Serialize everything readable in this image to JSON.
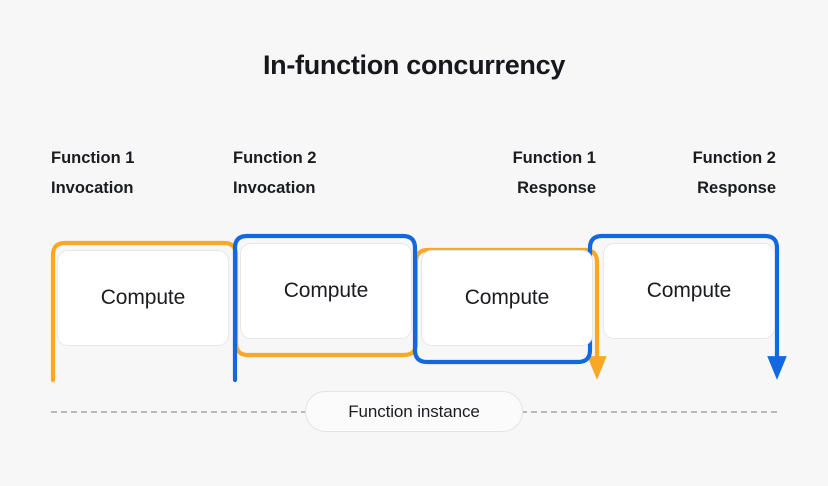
{
  "page": {
    "title": "In-function concurrency",
    "background_color": "#F7F7F7"
  },
  "colors": {
    "orange": "#F9A825",
    "blue": "#1268DE",
    "card_border": "#E6E7E9",
    "rail": "#B7B9BC",
    "text": "#1A1C1F"
  },
  "labels": {
    "f1_invocation": "Function 1\nInvocation",
    "f2_invocation": "Function 2\nInvocation",
    "f1_response": "Function 1\nResponse",
    "f2_response": "Function 2\nResponse"
  },
  "cards": [
    {
      "label": "Compute",
      "track": "orange"
    },
    {
      "label": "Compute",
      "track": "blue"
    },
    {
      "label": "Compute",
      "track": "orange"
    },
    {
      "label": "Compute",
      "track": "blue"
    }
  ],
  "footer": {
    "pill_label": "Function instance"
  },
  "tracks": [
    {
      "name": "function-1",
      "color": "#F9A825",
      "start_label": "Function 1 Invocation",
      "end_label": "Function 1 Response",
      "segments": [
        "invocation-stub",
        "compute-1-top",
        "compute-2-bottom",
        "compute-3-top",
        "response-arrow"
      ]
    },
    {
      "name": "function-2",
      "color": "#1268DE",
      "start_label": "Function 2 Invocation",
      "end_label": "Function 2 Response",
      "segments": [
        "invocation-stub",
        "compute-2-top",
        "compute-3-bottom",
        "compute-4-top",
        "response-arrow"
      ]
    }
  ]
}
